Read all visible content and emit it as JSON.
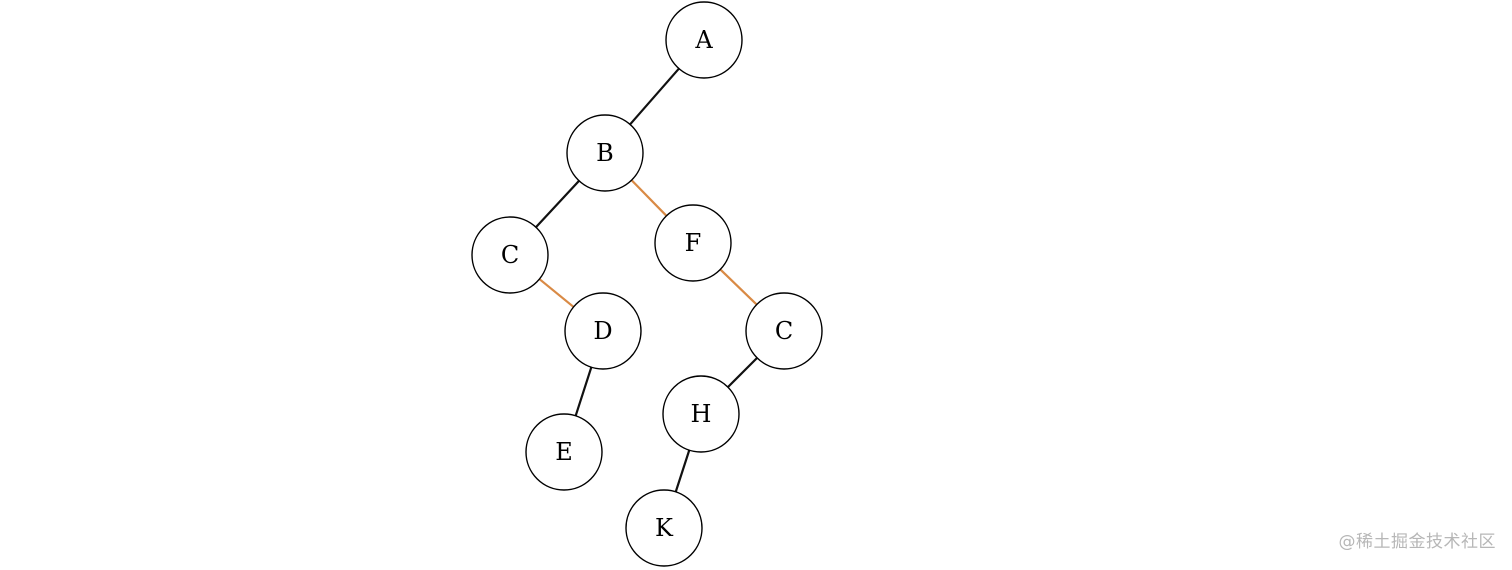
{
  "diagram": {
    "nodes": [
      {
        "id": "A",
        "label": "A"
      },
      {
        "id": "B",
        "label": "B"
      },
      {
        "id": "C1",
        "label": "C"
      },
      {
        "id": "F",
        "label": "F"
      },
      {
        "id": "D",
        "label": "D"
      },
      {
        "id": "C2",
        "label": "C"
      },
      {
        "id": "E",
        "label": "E"
      },
      {
        "id": "H",
        "label": "H"
      },
      {
        "id": "K",
        "label": "K"
      }
    ],
    "edges": [
      {
        "from": "A",
        "to": "B",
        "kind": "left-child"
      },
      {
        "from": "B",
        "to": "C1",
        "kind": "left-child"
      },
      {
        "from": "B",
        "to": "F",
        "kind": "right-child"
      },
      {
        "from": "C1",
        "to": "D",
        "kind": "right-child"
      },
      {
        "from": "F",
        "to": "C2",
        "kind": "right-child"
      },
      {
        "from": "D",
        "to": "E",
        "kind": "left-child"
      },
      {
        "from": "C2",
        "to": "H",
        "kind": "left-child"
      },
      {
        "from": "H",
        "to": "K",
        "kind": "left-child"
      }
    ],
    "colors": {
      "left_edge": "#111111",
      "right_edge": "#d98a45",
      "node_stroke": "#000000"
    }
  },
  "watermark": "@稀土掘金技术社区"
}
